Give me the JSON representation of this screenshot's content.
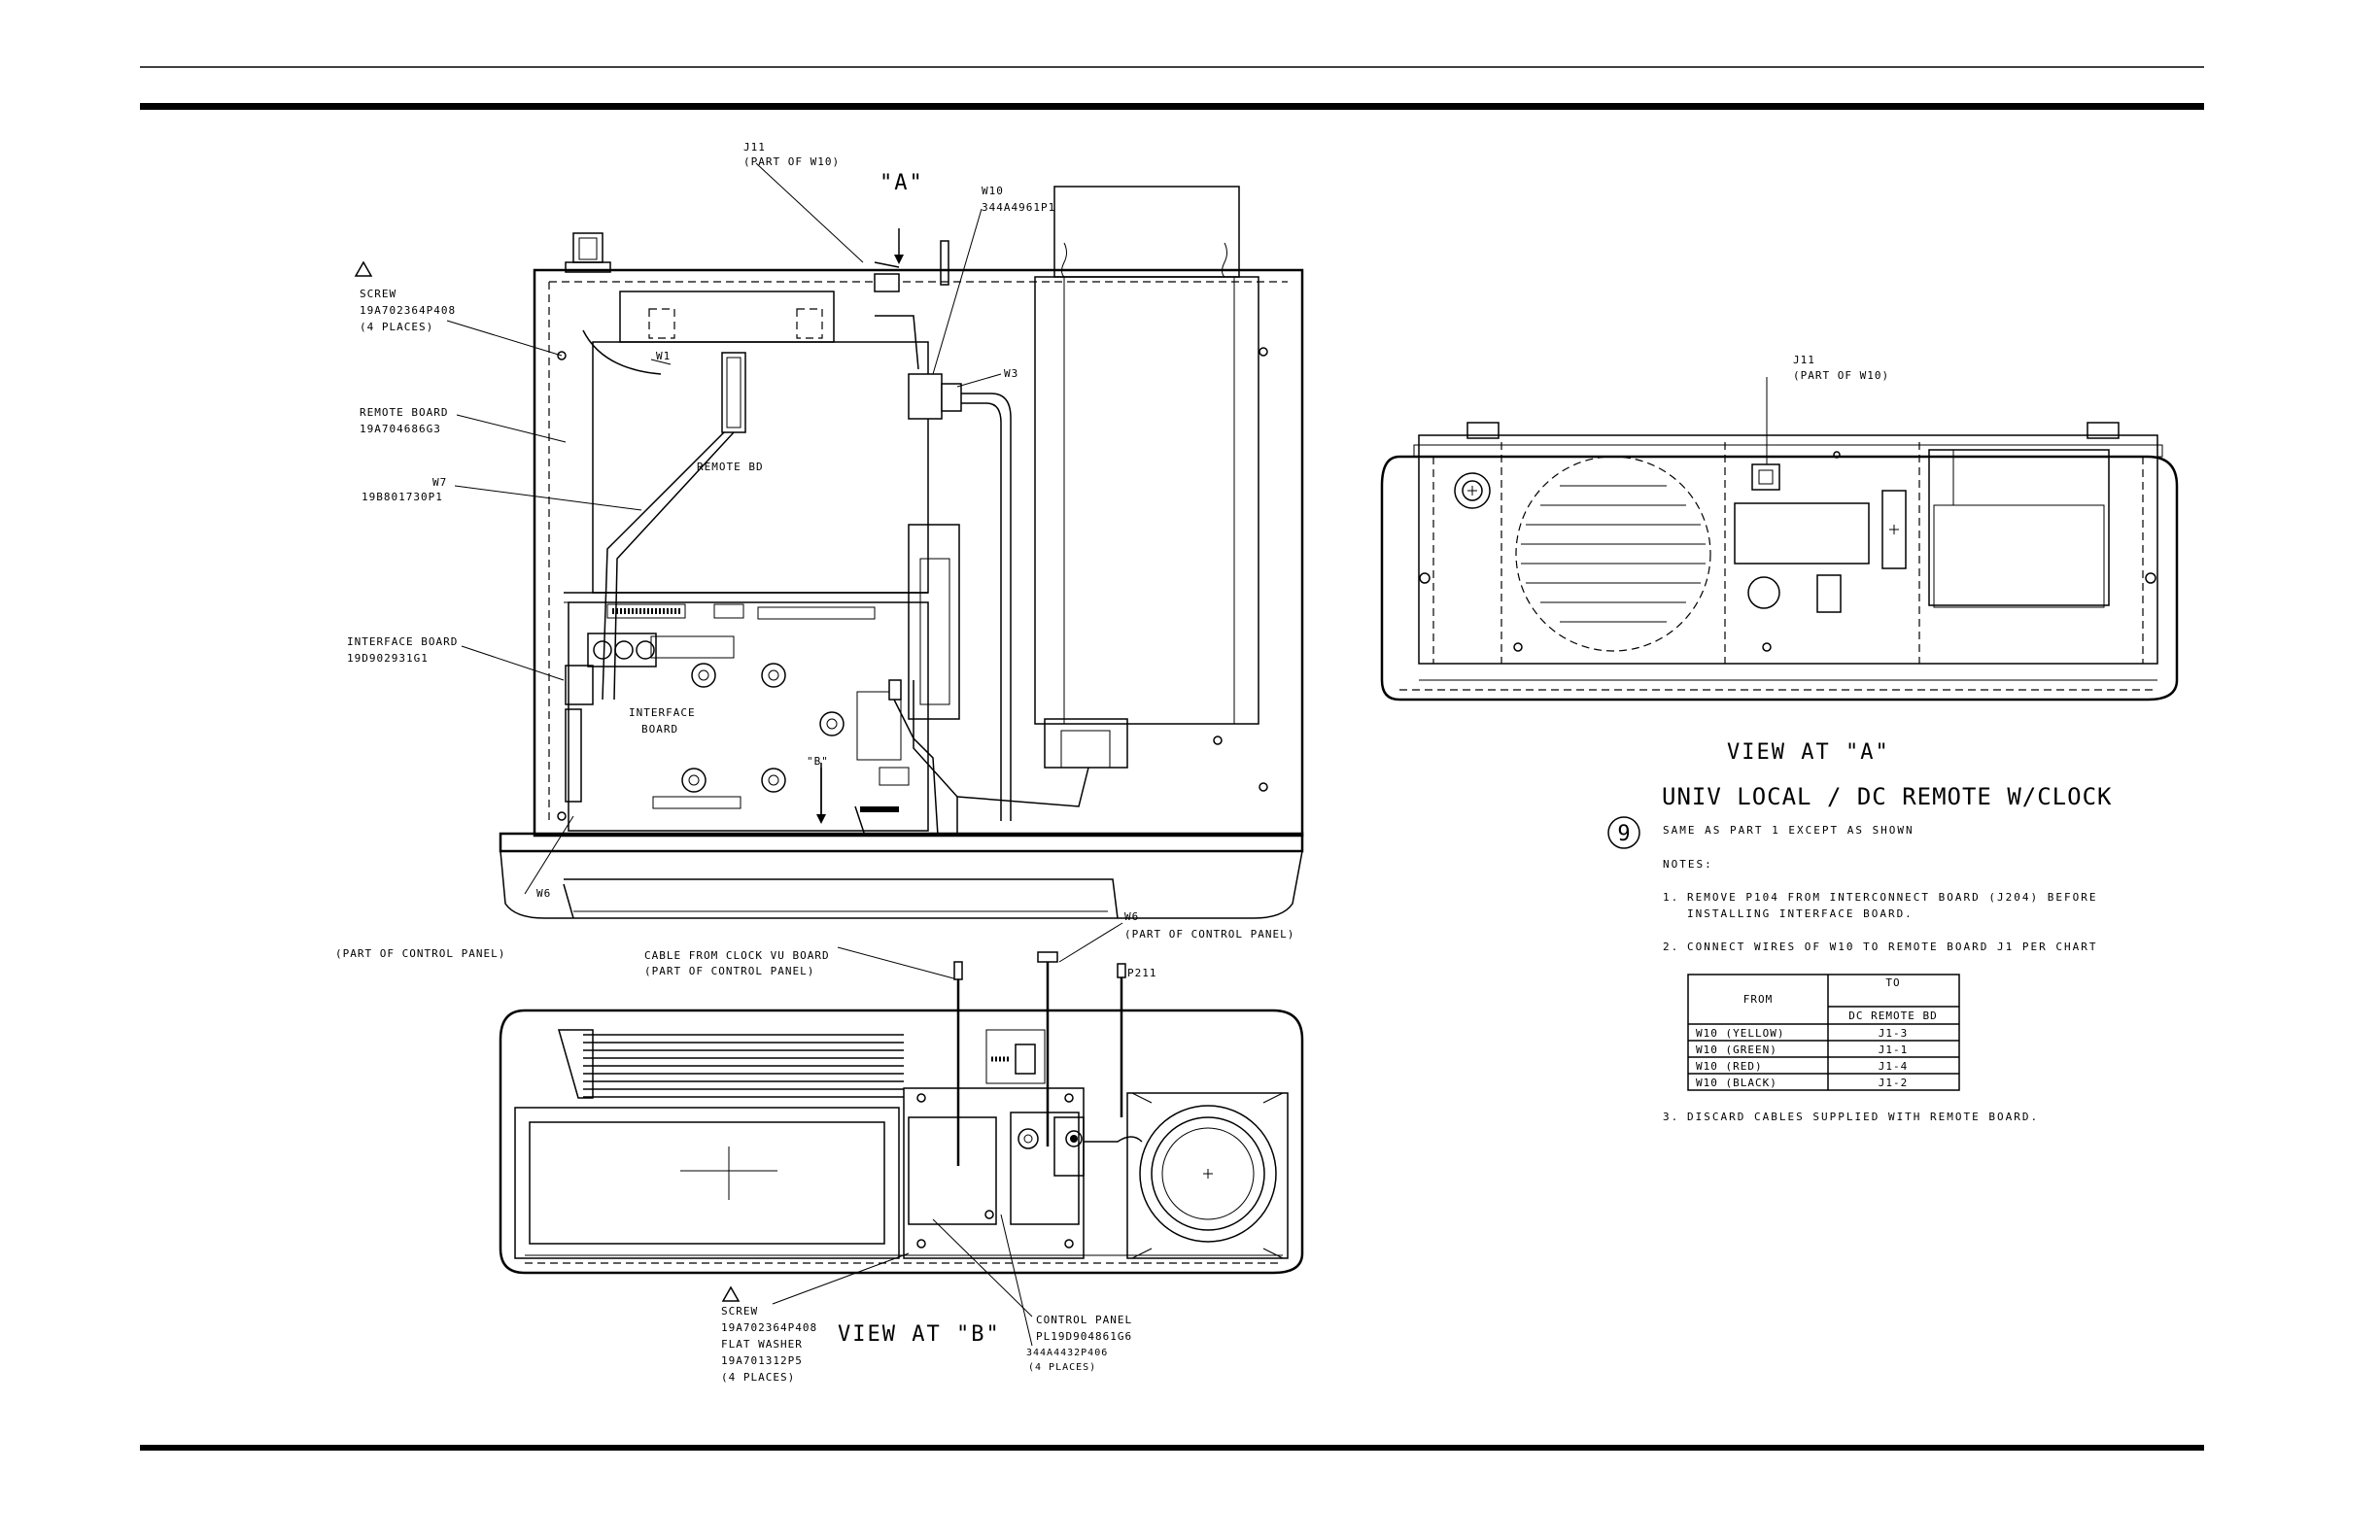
{
  "top_view": {
    "labels": {
      "j11_a": "J11",
      "j11_b": "(PART OF W10)",
      "view_a_marker": "\"A\"",
      "w10_a": "W10",
      "w10_b": "344A4961P1",
      "screw_a": "SCREW",
      "screw_b": "19A702364P408",
      "screw_c": "(4 PLACES)",
      "remote_board_a": "REMOTE BOARD",
      "remote_board_b": "19A704686G3",
      "w1": "W1",
      "w3": "W3",
      "w7_a": "W7",
      "w7_b": "19B801730P1",
      "remote_bd": "REMOTE BD",
      "interface_board_a": "INTERFACE BOARD",
      "interface_board_b": "19D902931G1",
      "interface_text_a": "INTERFACE",
      "interface_text_b": "BOARD",
      "view_b_marker": "\"B\"",
      "w6_left_a": "W6",
      "w6_left_b": "(PART OF CONTROL PANEL)",
      "w6_right_a": "W6",
      "w6_right_b": "(PART OF CONTROL PANEL)",
      "cable_a": "CABLE FROM CLOCK VU BOARD",
      "cable_b": "(PART OF CONTROL PANEL)",
      "p211": "P211"
    }
  },
  "front_view": {
    "labels": {
      "screw_a": "SCREW",
      "screw_b": "19A702364P408",
      "screw_c": "FLAT WASHER",
      "screw_d": "19A701312P5",
      "screw_e": "(4 PLACES)",
      "view_b": "VIEW AT \"B\"",
      "control_panel_a": "CONTROL PANEL",
      "control_panel_b": "PL19D904861G6",
      "control_panel_c": "344A4432P406",
      "control_panel_d": "(4 PLACES)"
    }
  },
  "rear_view": {
    "labels": {
      "j11_a": "J11",
      "j11_b": "(PART OF W10)",
      "view_a": "VIEW AT \"A\""
    }
  },
  "notes_section": {
    "title": "UNIV LOCAL / DC REMOTE W/CLOCK",
    "item_number": "9",
    "subtitle": "SAME AS PART 1 EXCEPT AS SHOWN",
    "notes_heading": "NOTES:",
    "notes": [
      {
        "num": "1.",
        "line1": "REMOVE P104 FROM INTERCONNECT BOARD (J204) BEFORE",
        "line2": "INSTALLING INTERFACE BOARD."
      },
      {
        "num": "2.",
        "line1": "CONNECT WIRES OF W10 TO REMOTE BOARD J1 PER CHART",
        "line2": ""
      },
      {
        "num": "3.",
        "line1": "DISCARD CABLES SUPPLIED WITH REMOTE BOARD.",
        "line2": ""
      }
    ],
    "table": {
      "from_header": "FROM",
      "to_header": "TO",
      "to_sub_header": "DC REMOTE BD",
      "rows": [
        {
          "from": "W10 (YELLOW)",
          "to": "J1-3"
        },
        {
          "from": "W10 (GREEN)",
          "to": "J1-1"
        },
        {
          "from": "W10 (RED)",
          "to": "J1-4"
        },
        {
          "from": "W10 (BLACK)",
          "to": "J1-2"
        }
      ]
    }
  }
}
